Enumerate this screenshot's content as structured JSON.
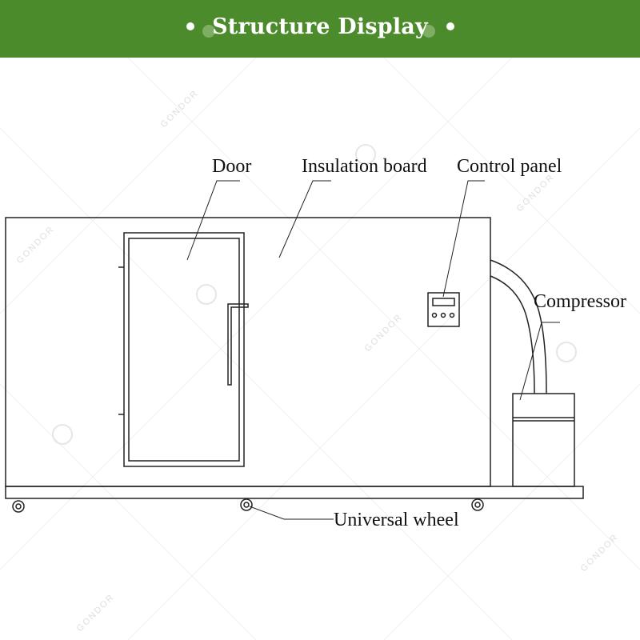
{
  "header": {
    "title": "Structure Display",
    "background_color": "#4c8b2b"
  },
  "labels": {
    "door": "Door",
    "insulation_board": "Insulation board",
    "control_panel": "Control panel",
    "compressor": "Compressor",
    "universal_wheel": "Universal wheel"
  },
  "watermark": {
    "text": "GONDOR"
  }
}
